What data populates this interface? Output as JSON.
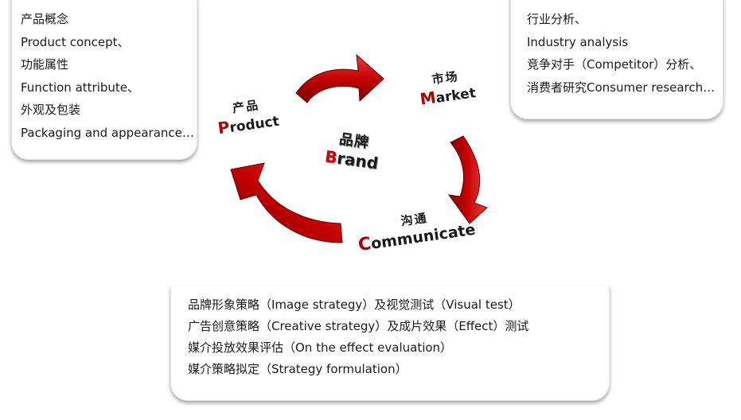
{
  "cards": {
    "product": [
      "产品概念",
      "Product concept、",
      "功能属性",
      "Function attribute、",
      "外观及包装",
      "Packaging and appearance…"
    ],
    "market": [
      "行业分析、",
      "Industry analysis",
      "竞争对手（Competitor）分析、",
      "消费者研究Consumer research…"
    ],
    "communicate": [
      "品牌形象策略（Image strategy）及视觉测试（Visual  test）",
      "广告创意策略（Creative strategy）及成片效果（Effect）测试",
      "媒介投放效果评估（On the effect evaluation）",
      "媒介策略拟定（Strategy formulation）"
    ]
  },
  "diagram": {
    "center": {
      "zh": "品牌",
      "en_cap": "B",
      "en_rest": "rand"
    },
    "product": {
      "zh": "产品",
      "en_cap": "P",
      "en_rest": "roduct"
    },
    "market": {
      "zh": "市场",
      "en_cap": "M",
      "en_rest": "arket"
    },
    "communicate": {
      "zh": "沟通",
      "en_cap": "C",
      "en_rest": "ommunicate"
    }
  },
  "colors": {
    "arrow_dark": "#7a0000",
    "arrow_mid": "#c40000",
    "arrow_light": "#e84040",
    "accent_letter": "#b00000"
  }
}
